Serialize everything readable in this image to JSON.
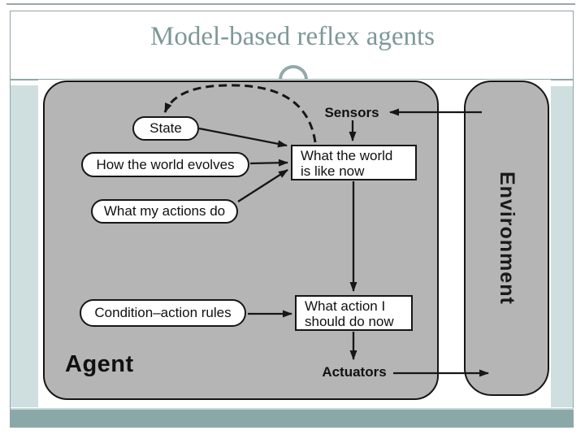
{
  "slide": {
    "title": "Model-based reflex agents",
    "accent_colors": {
      "title_text": "#7e9898",
      "frame_line": "#8fa6a6",
      "side_panel": "#cfdfdf",
      "footer_bar": "#8ba8a8",
      "diagram_fill": "#b5b5b5"
    }
  },
  "diagram": {
    "agent": {
      "label": "Agent"
    },
    "environment": {
      "label": "Environment"
    },
    "io": {
      "sensors": "Sensors",
      "actuators": "Actuators"
    },
    "ovals": [
      {
        "id": "state",
        "label": "State"
      },
      {
        "id": "how-the-world-evolves",
        "label": "How the world evolves"
      },
      {
        "id": "what-my-actions-do",
        "label": "What my actions do"
      },
      {
        "id": "condition-action-rules",
        "label": "Condition–action rules"
      }
    ],
    "process_boxes": [
      {
        "id": "what-the-world-is-like-now",
        "line1": "What the world",
        "line2": "is like now"
      },
      {
        "id": "what-action-i-should-do-now",
        "line1": "What action I",
        "line2": "should do now"
      }
    ],
    "edges": [
      {
        "from": "environment",
        "to": "sensors",
        "style": "solid"
      },
      {
        "from": "sensors",
        "to": "what-the-world-is-like-now",
        "style": "solid"
      },
      {
        "from": "what-the-world-is-like-now",
        "to": "state",
        "style": "dashed"
      },
      {
        "from": "state",
        "to": "what-the-world-is-like-now",
        "style": "solid"
      },
      {
        "from": "how-the-world-evolves",
        "to": "what-the-world-is-like-now",
        "style": "solid"
      },
      {
        "from": "what-my-actions-do",
        "to": "what-the-world-is-like-now",
        "style": "solid"
      },
      {
        "from": "what-the-world-is-like-now",
        "to": "what-action-i-should-do-now",
        "style": "solid"
      },
      {
        "from": "condition-action-rules",
        "to": "what-action-i-should-do-now",
        "style": "solid"
      },
      {
        "from": "what-action-i-should-do-now",
        "to": "actuators",
        "style": "solid"
      },
      {
        "from": "actuators",
        "to": "environment",
        "style": "solid"
      }
    ]
  }
}
